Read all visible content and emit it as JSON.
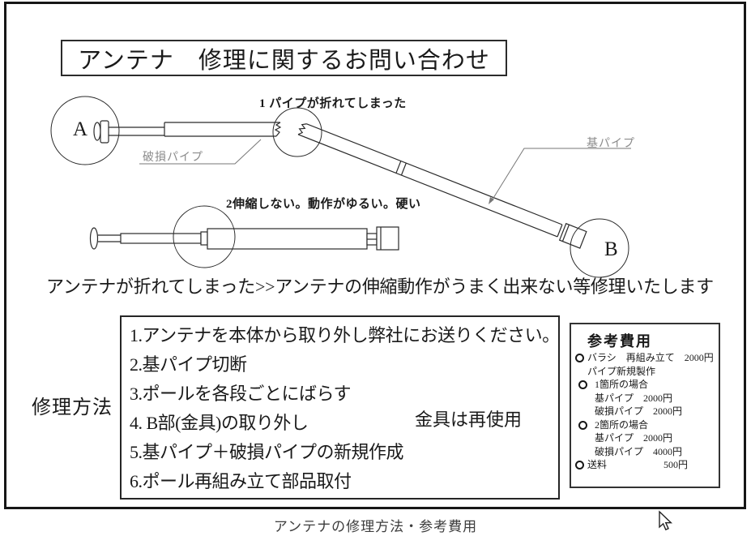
{
  "slide": {
    "title": "アンテナ　修理に関するお問い合わせ",
    "diagram": {
      "part_a": "A",
      "part_b": "B",
      "issue1": "1  パイプが折れてしまった",
      "issue2": "2伸縮しない。動作がゆるい。硬い",
      "damaged_pipe": "破損パイプ",
      "base_pipe": "基パイプ"
    },
    "lead": "アンテナが折れてしまった>>アンテナの伸縮動作がうまく出来ない等修理いたします",
    "repair": {
      "heading": "修理方法",
      "steps": [
        "1.アンテナを本体から取り外し弊社にお送りください。",
        "2.基パイプ切断",
        "3.ポールを各段ごとにばらす",
        "4. B部(金具)の取り外し",
        "5.基パイプ＋破損パイプの新規作成",
        "6.ポール再組み立て部品取付"
      ],
      "note": "金具は再使用"
    },
    "cost": {
      "title": "参考費用",
      "lines": [
        {
          "text": "バラシ　再組み立て　2000円"
        },
        {
          "text": "パイプ新規製作"
        },
        {
          "text": "1箇所の場合"
        },
        {
          "text": "基パイプ　2000円"
        },
        {
          "text": "破損パイプ　2000円"
        },
        {
          "text": "2箇所の場合"
        },
        {
          "text": "基パイプ　2000円"
        },
        {
          "text": "破損パイプ　4000円"
        },
        {
          "text": "送料",
          "price": "500円"
        }
      ]
    },
    "colors": {
      "ink": "#1a1a1a",
      "muted_label": "#8b8b8b",
      "frame_border": "#161616"
    }
  },
  "caption": "アンテナの修理方法・参考費用"
}
